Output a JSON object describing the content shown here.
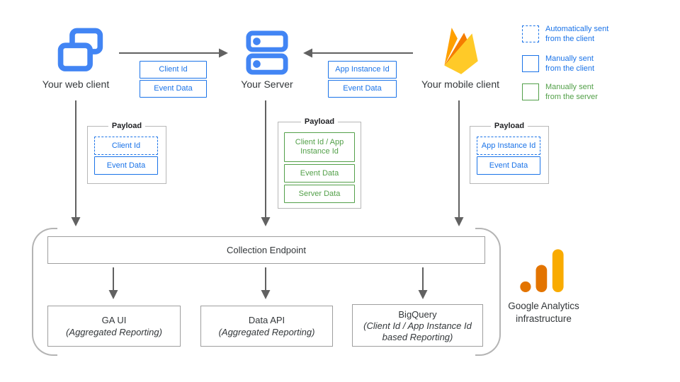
{
  "nodes": {
    "web_client": {
      "label": "Your web client"
    },
    "server": {
      "label": "Your Server"
    },
    "mobile_client": {
      "label": "Your mobile client"
    }
  },
  "flows": {
    "web_to_server": {
      "tags": [
        {
          "label": "Client Id"
        },
        {
          "label": "Event Data"
        }
      ]
    },
    "mobile_to_server": {
      "tags": [
        {
          "label": "App Instance Id"
        },
        {
          "label": "Event Data"
        }
      ]
    }
  },
  "legend": {
    "items": [
      {
        "style": "dashed-blue",
        "line1": "Automatically sent",
        "line2": "from the client"
      },
      {
        "style": "solid-blue",
        "line1": "Manually sent",
        "line2": "from the client"
      },
      {
        "style": "solid-green",
        "line1": "Manually sent",
        "line2": "from the server"
      }
    ]
  },
  "payloads": {
    "web": {
      "title": "Payload",
      "items": [
        {
          "label": "Client Id",
          "style": "auto-client"
        },
        {
          "label": "Event Data",
          "style": "manual-client"
        }
      ]
    },
    "server": {
      "title": "Payload",
      "items": [
        {
          "label": "Client Id / App Instance Id",
          "style": "manual-server"
        },
        {
          "label": "Event Data",
          "style": "manual-server"
        },
        {
          "label": "Server Data",
          "style": "manual-server"
        }
      ]
    },
    "mobile": {
      "title": "Payload",
      "items": [
        {
          "label": "App Instance Id",
          "style": "auto-client"
        },
        {
          "label": "Event Data",
          "style": "manual-client"
        }
      ]
    }
  },
  "infrastructure": {
    "endpoint_label": "Collection Endpoint",
    "outputs": [
      {
        "title": "GA UI",
        "subtitle": "(Aggregated Reporting)"
      },
      {
        "title": "Data API",
        "subtitle": "(Aggregated Reporting)"
      },
      {
        "title": "BigQuery",
        "subtitle": "(Client Id / App Instance Id based Reporting)"
      }
    ],
    "brand": {
      "line1": "Google Analytics",
      "line2": "infrastructure"
    }
  },
  "colors": {
    "accent_blue": "#1a73e8",
    "icon_blue": "#4285f4",
    "accent_green": "#53a049",
    "arrow_gray": "#616161",
    "border_gray": "#9e9e9e",
    "bracket_gray": "#b4b4b4",
    "firebase_amber": "#FFA000",
    "firebase_orange": "#F57C00",
    "firebase_yellow": "#FFCA28",
    "ga_dark_orange": "#E37400",
    "ga_yellow": "#F9AB00"
  }
}
